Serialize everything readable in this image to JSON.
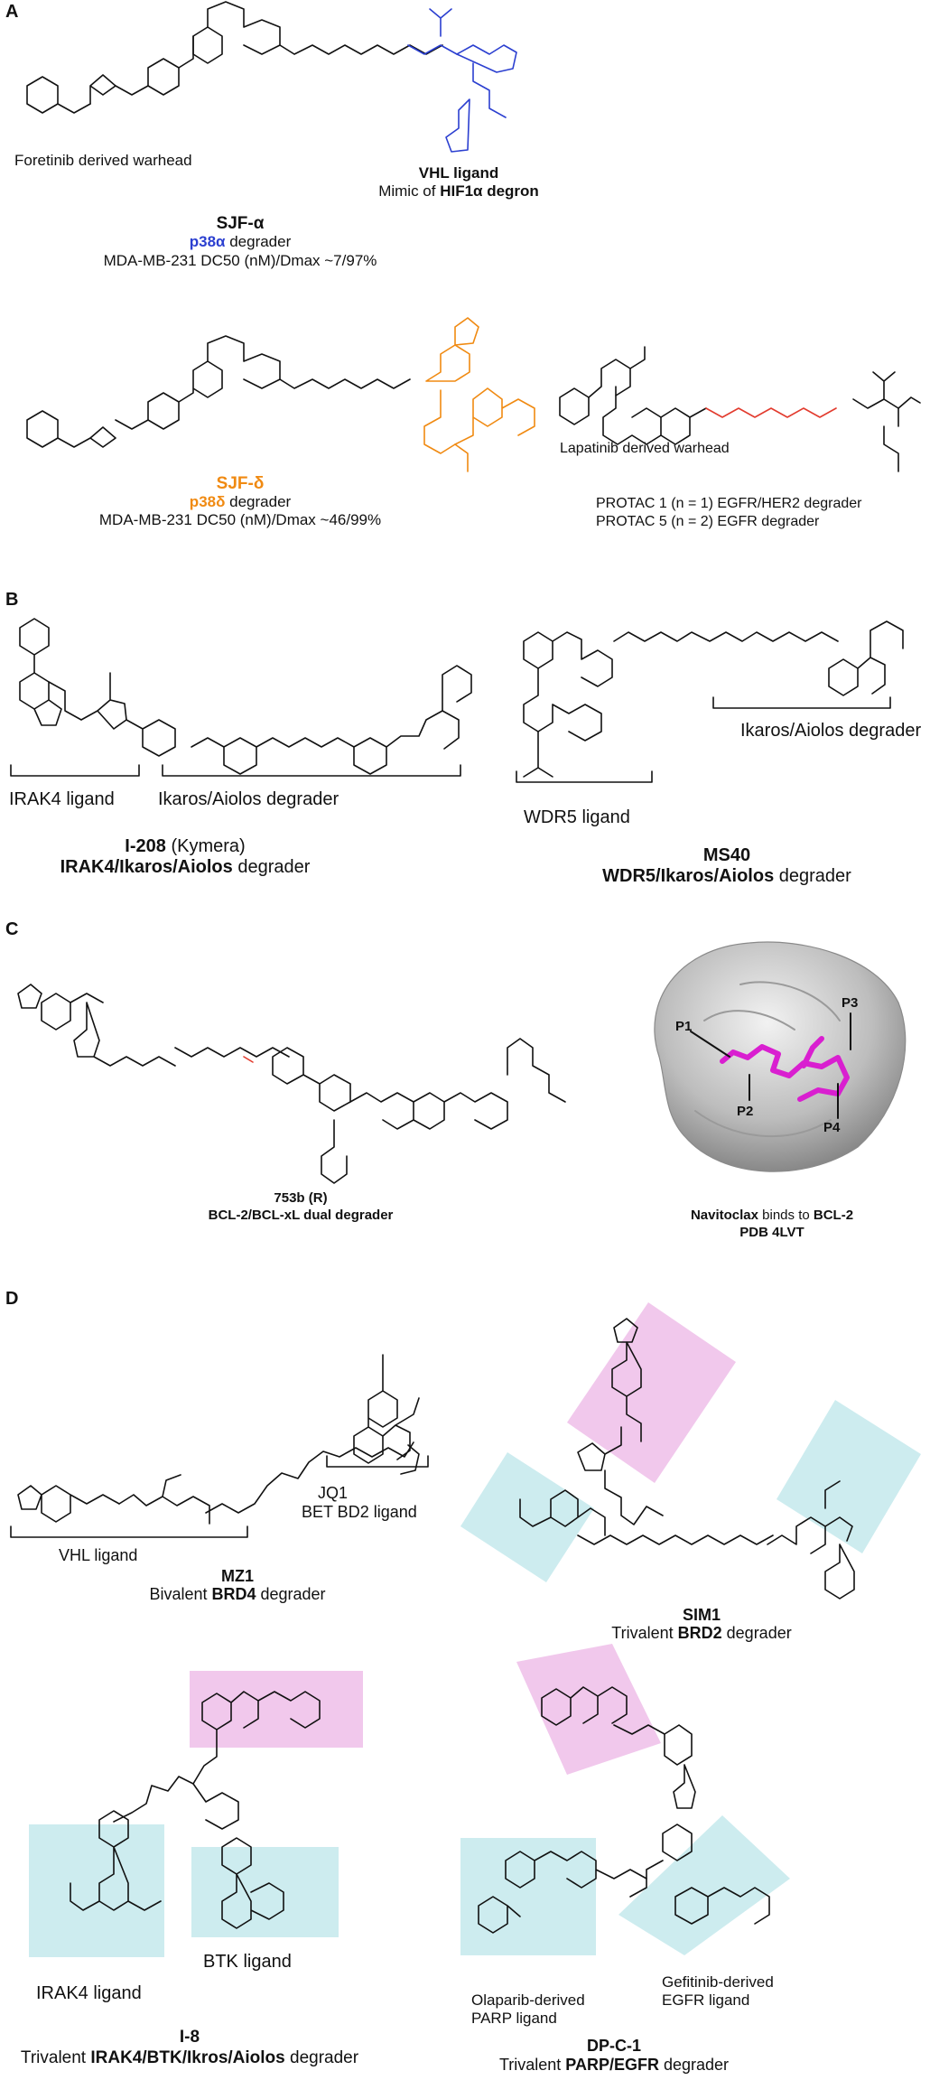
{
  "panels": {
    "a": "A",
    "b": "B",
    "c": "C",
    "d": "D"
  },
  "section_a": {
    "foretinib_label": "Foretinib derived warhead",
    "vhl_ligand": "VHL ligand",
    "mimic_prefix": "Mimic of ",
    "hif_degron": "HIF1α degron",
    "sjf_alpha": "SJF-α",
    "p38a": "p38α",
    "degrader_word": " degrader",
    "mda_alpha": "MDA-MB-231 DC50 (nM)/Dmax ~7/97%",
    "sjf_delta": "SJF-δ",
    "p38d": "p38δ",
    "mda_delta": "MDA-MB-231 DC50 (nM)/Dmax ~46/99%",
    "lapatinib_label": "Lapatinib derived warhead",
    "protac1": "PROTAC 1 (n = 1) EGFR/HER2 degrader",
    "protac5": "PROTAC 5 (n = 2) EGFR degrader"
  },
  "section_b": {
    "irak4_ligand": "IRAK4 ligand",
    "ikaros_left": "Ikaros/Aiolos degrader",
    "i208_name": "I-208",
    "i208_org": "(Kymera)",
    "i208_target": "IRAK4/Ikaros/Aiolos",
    "degrader_word": " degrader",
    "wdr5_ligand": "WDR5 ligand",
    "ikaros_right": "Ikaros/Aiolos degrader",
    "ms40": "MS40",
    "ms40_target": "WDR5/Ikaros/Aiolos"
  },
  "section_c": {
    "name_753b": "753b (R)",
    "bcl_dual": "BCL-2/BCL-xL dual degrader",
    "navitoclax_prefix": "Navitoclax",
    "binds_to": " binds to ",
    "bcl2": "BCL-2",
    "pdb": "PDB 4LVT",
    "pockets": [
      "P1",
      "P2",
      "P3",
      "P4"
    ]
  },
  "section_d": {
    "jq1": "JQ1",
    "bet_bd2": "BET BD2 ligand",
    "vhl_ligand": "VHL ligand",
    "mz1": "MZ1",
    "mz1_desc_prefix": "Bivalent ",
    "brd4": "BRD4",
    "sim1": "SIM1",
    "sim1_desc_prefix": "Trivalent ",
    "brd2": "BRD2",
    "degrader_word": " degrader",
    "btk_ligand": "BTK ligand",
    "irak4_ligand": "IRAK4 ligand",
    "i8": "I-8",
    "i8_desc_prefix": "Trivalent ",
    "i8_target": "IRAK4/BTK/Ikros/Aiolos",
    "olaparib_1": "Olaparib-derived",
    "olaparib_2": "PARP ligand",
    "gefitinib_1": "Gefitinib-derived",
    "gefitinib_2": "EGFR ligand",
    "dpc1": "DP-C-1",
    "dpc1_desc_prefix": "Trivalent ",
    "dpc1_target": "PARP/EGFR"
  },
  "colors": {
    "blue": "#2b3fd0",
    "orange": "#f08a12",
    "red": "#e23b2e",
    "magenta": "#d91fd0",
    "pink_box": "#f1c8ec",
    "cyan_box": "#cdecef"
  }
}
